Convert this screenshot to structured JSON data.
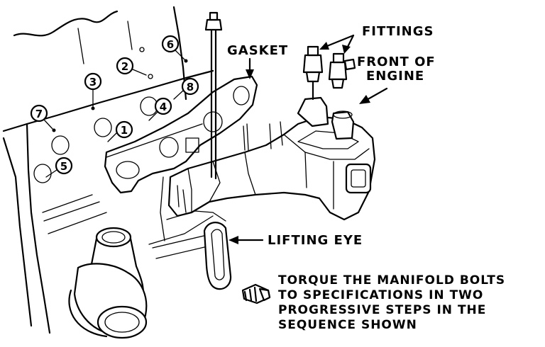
{
  "labels": {
    "gasket": "GASKET",
    "fittings": "FITTINGS",
    "front_line1": "FRONT OF",
    "front_line2": "ENGINE",
    "lifting_eye": "LIFTING EYE",
    "torque_line1": "TORQUE THE MANIFOLD BOLTS",
    "torque_line2": "TO SPECIFICATIONS IN TWO",
    "torque_line3": "PROGRESSIVE STEPS IN THE",
    "torque_line4": "SEQUENCE SHOWN"
  },
  "sequence": {
    "n1": "1",
    "n2": "2",
    "n3": "3",
    "n4": "4",
    "n5": "5",
    "n6": "6",
    "n7": "7",
    "n8": "8"
  },
  "colors": {
    "ink": "#000000",
    "paper": "#ffffff"
  }
}
